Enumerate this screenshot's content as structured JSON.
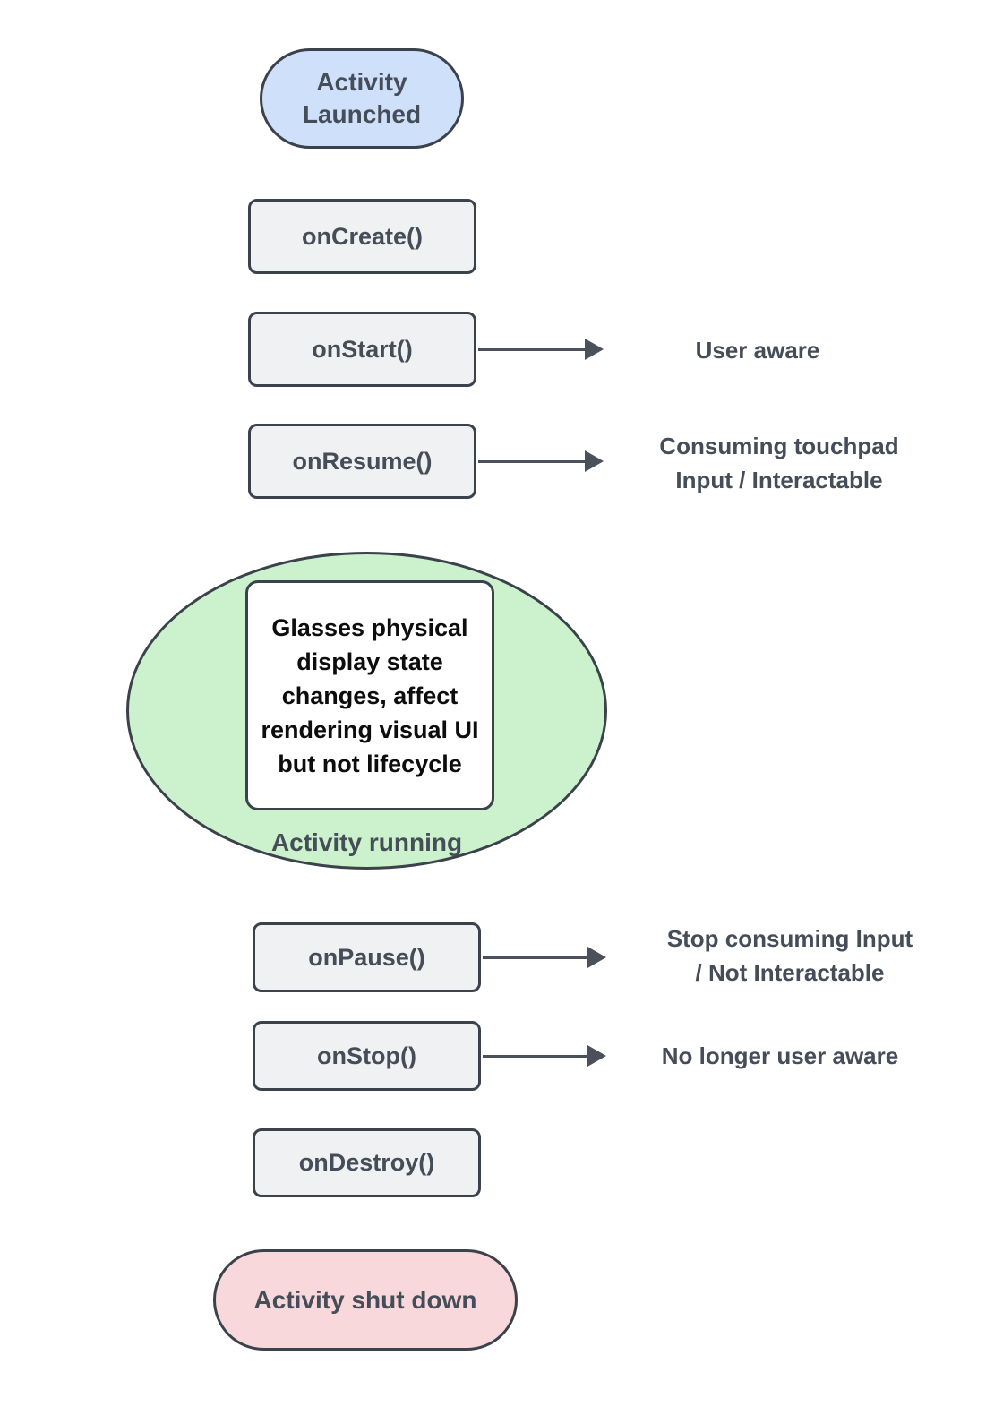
{
  "colors": {
    "border": "#3b424c",
    "text": "#454d58",
    "note_text": "#0d0d0d",
    "arrow": "#4a515a",
    "start_fill": "#cfe0fa",
    "step_fill": "#f0f1f3",
    "running_fill": "#cbf1cd",
    "note_fill": "#ffffff",
    "end_fill": "#f8d8da"
  },
  "flow": {
    "start": {
      "label": "Activity\nLaunched"
    },
    "steps": [
      {
        "label": "onCreate()"
      },
      {
        "label": "onStart()",
        "annotation": "User aware"
      },
      {
        "label": "onResume()",
        "annotation": "Consuming touchpad\nInput / Interactable"
      },
      {
        "label": "onPause()",
        "annotation": "Stop consuming Input\n/ Not Interactable"
      },
      {
        "label": "onStop()",
        "annotation": "No longer user aware"
      },
      {
        "label": "onDestroy()"
      }
    ],
    "running": {
      "note": "Glasses physical display state changes, affect rendering visual UI but not lifecycle",
      "label": "Activity running"
    },
    "end": {
      "label": "Activity shut down"
    }
  }
}
